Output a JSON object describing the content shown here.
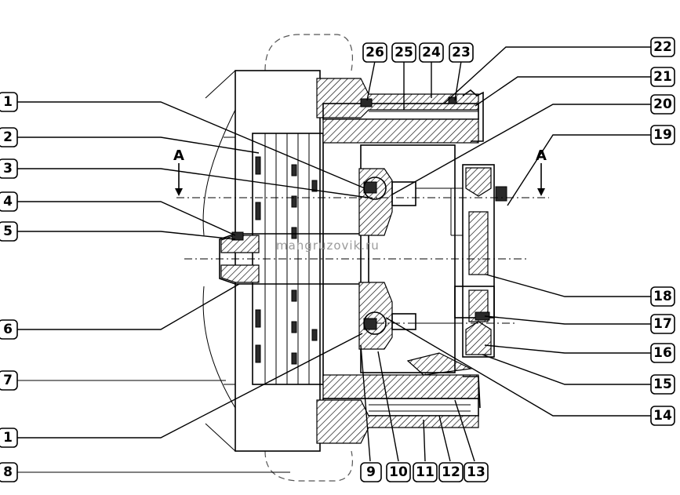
{
  "watermark": "mangruzovik.ru",
  "section_marks": [
    {
      "letter": "A"
    },
    {
      "letter": "A"
    }
  ],
  "callouts": [
    {
      "id": "left-1-top",
      "text": "1"
    },
    {
      "id": "left-2",
      "text": "2"
    },
    {
      "id": "left-3",
      "text": "3"
    },
    {
      "id": "left-4",
      "text": "4"
    },
    {
      "id": "left-5",
      "text": "5"
    },
    {
      "id": "left-6",
      "text": "6"
    },
    {
      "id": "left-7",
      "text": "7"
    },
    {
      "id": "left-1-bottom",
      "text": "1"
    },
    {
      "id": "left-8",
      "text": "8"
    },
    {
      "id": "bottom-9",
      "text": "9"
    },
    {
      "id": "bottom-10",
      "text": "10"
    },
    {
      "id": "bottom-11",
      "text": "11"
    },
    {
      "id": "bottom-12",
      "text": "12"
    },
    {
      "id": "bottom-13",
      "text": "13"
    },
    {
      "id": "right-14",
      "text": "14"
    },
    {
      "id": "right-15",
      "text": "15"
    },
    {
      "id": "right-16",
      "text": "16"
    },
    {
      "id": "right-17",
      "text": "17"
    },
    {
      "id": "right-18",
      "text": "18"
    },
    {
      "id": "right-19",
      "text": "19"
    },
    {
      "id": "right-20",
      "text": "20"
    },
    {
      "id": "right-21",
      "text": "21"
    },
    {
      "id": "right-22",
      "text": "22"
    },
    {
      "id": "top-23",
      "text": "23"
    },
    {
      "id": "top-24",
      "text": "24"
    },
    {
      "id": "top-25",
      "text": "25"
    },
    {
      "id": "top-26",
      "text": "26"
    }
  ]
}
